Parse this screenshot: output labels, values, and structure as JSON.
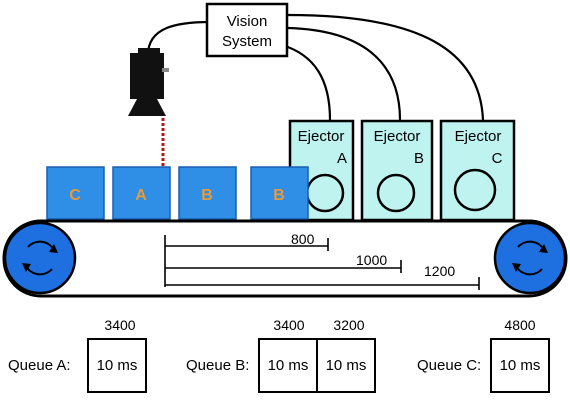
{
  "vision_system": {
    "line1": "Vision",
    "line2": "System"
  },
  "ejectors": [
    {
      "title": "Ejector",
      "letter": "A"
    },
    {
      "title": "Ejector",
      "letter": "B"
    },
    {
      "title": "Ejector",
      "letter": "C"
    }
  ],
  "boxes": [
    "C",
    "A",
    "B",
    "B"
  ],
  "distances": [
    "800",
    "1000",
    "1200"
  ],
  "queues": [
    {
      "label": "Queue A:",
      "headers": [
        "3400"
      ],
      "cells": [
        "10 ms"
      ]
    },
    {
      "label": "Queue B:",
      "headers": [
        "3400",
        "3200"
      ],
      "cells": [
        "10 ms",
        "10 ms"
      ]
    },
    {
      "label": "Queue C:",
      "headers": [
        "4800"
      ],
      "cells": [
        "10 ms"
      ]
    }
  ],
  "colors": {
    "box_fill": "#2f8ee6",
    "box_text": "#e69a3c",
    "ejector_fill": "#bff3f0",
    "roller_fill": "#1e6fe0",
    "laser": "#b01818"
  }
}
